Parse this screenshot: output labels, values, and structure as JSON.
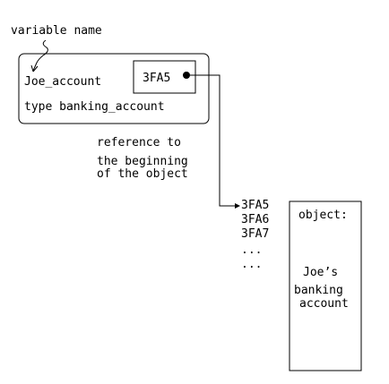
{
  "labels": {
    "variable_name": "variable name",
    "variable": "Joe_account",
    "address": "3FA5",
    "type": "type banking_account",
    "reference_line1": "reference to",
    "reference_line2": "the beginning",
    "reference_line3": "of the object"
  },
  "memory": {
    "addresses": [
      "3FA5",
      "3FA6",
      "3FA7",
      "...",
      "..."
    ]
  },
  "object": {
    "header": "object:",
    "line1": "Joe’s",
    "line2": "banking",
    "line3": "account"
  }
}
